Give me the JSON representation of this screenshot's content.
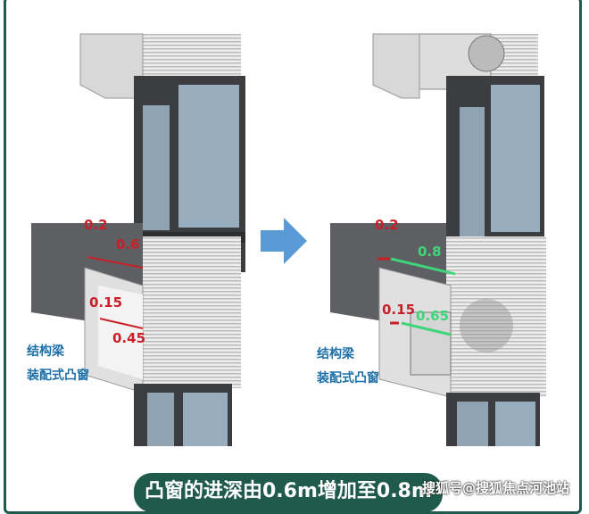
{
  "left_panel": {
    "dims": {
      "beam_top": "0.2",
      "depth_top": "0.6",
      "beam_bottom": "0.15",
      "depth_bottom": "0.45"
    },
    "labels": {
      "structural_beam": "结构梁",
      "prefab_bay_window": "装配式凸窗"
    }
  },
  "right_panel": {
    "dims": {
      "beam_top": "0.2",
      "depth_top": "0.8",
      "beam_bottom": "0.15",
      "depth_bottom": "0.65"
    },
    "labels": {
      "structural_beam": "结构梁",
      "prefab_bay_window": "装配式凸窗"
    }
  },
  "arrow_icon": "right-arrow",
  "caption": "凸窗的进深由0.6m增加至0.8m",
  "watermark": "搜狐号@搜狐焦点河池站",
  "colors": {
    "frame": "#1f5a4c",
    "dim_red": "#c8202a",
    "dim_green": "#3fd67a",
    "label_blue": "#1c6fa8",
    "arrow": "#5b9bd5"
  }
}
